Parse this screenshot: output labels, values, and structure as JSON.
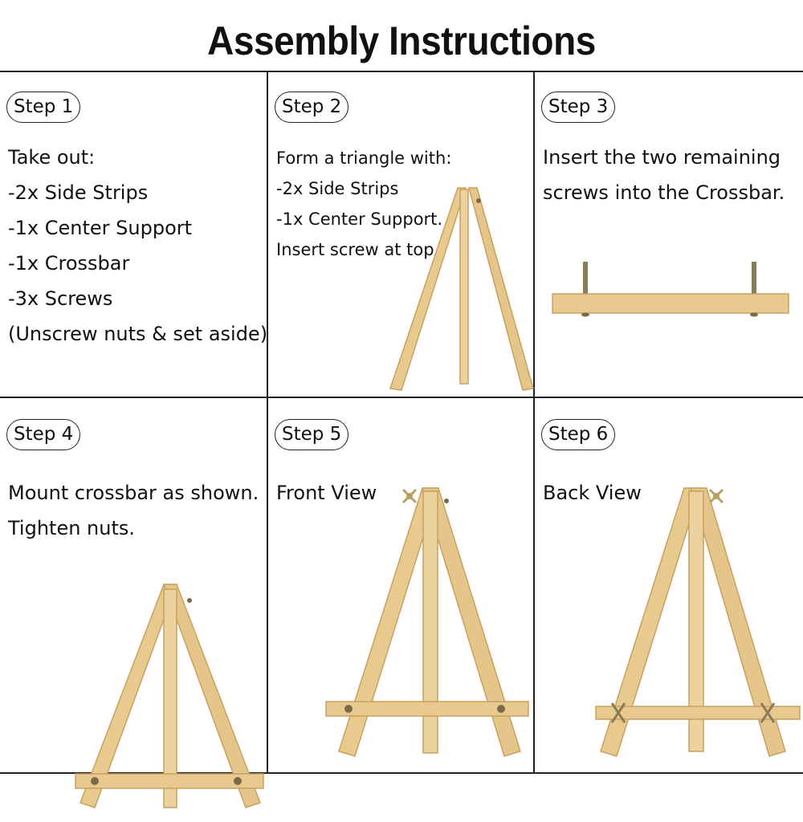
{
  "title": "Assembly Instructions",
  "steps": [
    {
      "label": "Step 1",
      "lines": [
        "Take out:",
        "-2x Side Strips",
        "-1x Center Support",
        "-1x Crossbar",
        "-3x Screws",
        "(Unscrew nuts & set aside)"
      ]
    },
    {
      "label": "Step 2",
      "lines": [
        "Form a triangle with:",
        "-2x Side Strips",
        "-1x Center Support.",
        "Insert screw at top."
      ]
    },
    {
      "label": "Step 3",
      "lines": [
        "Insert the two remaining",
        "screws into the Crossbar."
      ]
    },
    {
      "label": "Step 4",
      "lines": [
        "Mount crossbar as shown.",
        "Tighten nuts."
      ]
    },
    {
      "label": "Step 5",
      "lines": [
        "Front View"
      ]
    },
    {
      "label": "Step 6",
      "lines": [
        "Back View"
      ]
    }
  ],
  "colors": {
    "wood": "#e8c98e",
    "wood_dark": "#c9a060",
    "metal": "#7a6a4a"
  }
}
